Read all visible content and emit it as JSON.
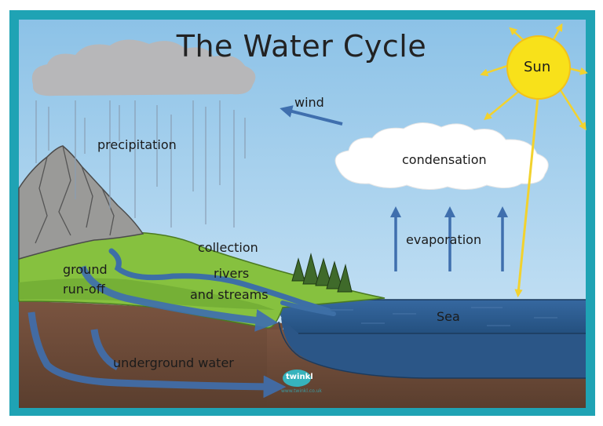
{
  "diagram": {
    "title": "The Water Cycle",
    "labels": {
      "sun": "Sun",
      "wind": "wind",
      "precipitation": "precipitation",
      "condensation": "condensation",
      "evaporation": "evaporation",
      "collection": "collection",
      "rivers_line1": "rivers",
      "rivers_line2": "and streams",
      "runoff_line1": "ground",
      "runoff_line2": "run-off",
      "sea": "Sea",
      "underground_water": "underground water"
    },
    "logo": {
      "name": "twinkl",
      "url": "www.twinkl.co.uk"
    },
    "colors": {
      "border": "#1fa3b4",
      "sky_top": "#8fc4e8",
      "sky_bottom": "#cfe6f6",
      "grass": "#86c13f",
      "soil": "#6b4a35",
      "sea": "#2f5f96",
      "arrow_blue": "#3f6fae",
      "sun": "#f8e11a",
      "sun_rays": "#f2d22e",
      "rain_cloud": "#b7b7b9",
      "white_cloud": "#ffffff",
      "mountain": "#9a9a98",
      "tree": "#3f6a2a"
    }
  }
}
